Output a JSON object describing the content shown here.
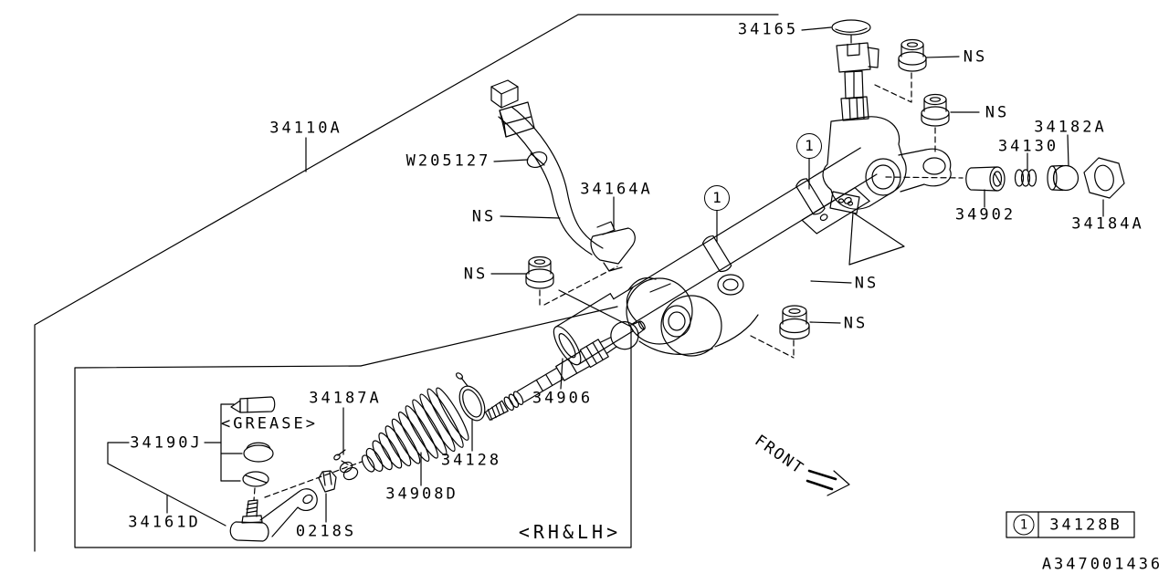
{
  "diagram": {
    "type": "exploded-parts-diagram",
    "line_color": "#000000",
    "background_color": "#ffffff",
    "doc_number": "A347001436",
    "front_label": "FRONT",
    "callout_ref": "1",
    "legend": {
      "callout": "1",
      "part_number": "34128B"
    },
    "labels": {
      "p34165": "34165",
      "p34110a": "34110A",
      "w205127": "W205127",
      "p34164a": "34164A",
      "p34182a": "34182A",
      "p34130": "34130",
      "p34902": "34902",
      "p34184a": "34184A",
      "p34906": "34906",
      "p34128": "34128",
      "p34908d": "34908D",
      "p34187a": "34187A",
      "p34190j": "34190J",
      "p34161d": "34161D",
      "p0218s": "0218S",
      "ns": "NS",
      "grease": "<GREASE>",
      "rh_lh": "<RH&LH>"
    }
  }
}
